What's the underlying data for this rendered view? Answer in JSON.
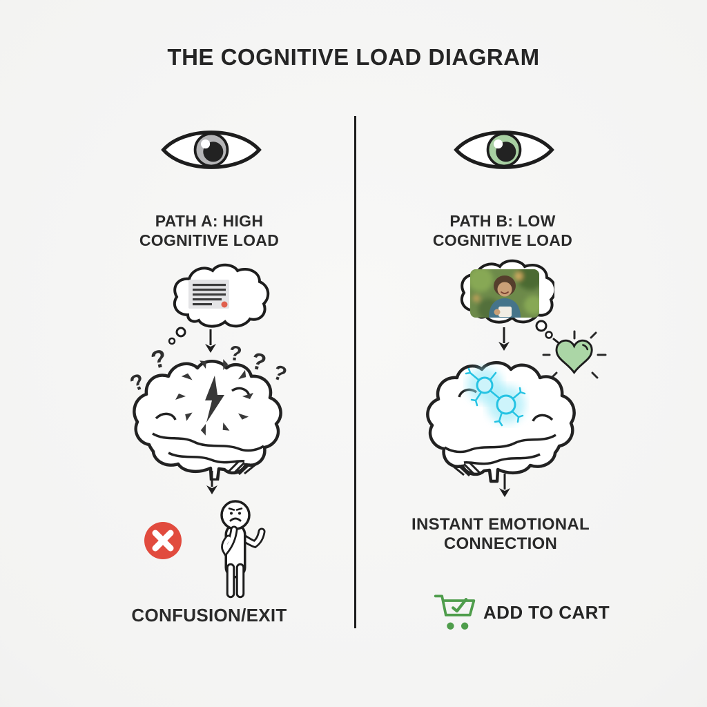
{
  "title": "THE COGNITIVE LOAD DIAGRAM",
  "colors": {
    "background": "#f4f4f3",
    "divider": "#1d1d1d",
    "text": "#262626",
    "error_red": "#e14b3e",
    "cart_green": "#4f9d4c",
    "heart_green": "#abd6a6",
    "eye_iris_gray": "#b5b5b7",
    "eye_iris_green": "#a8d0a2",
    "neuron_cyan": "#25c3e3",
    "document_red_dot": "#e0604e"
  },
  "left_path": {
    "eye_icon": "eye-neutral-gray",
    "label": "PATH A: HIGH\nCOGNITIVE LOAD",
    "thought_icon": "thought-bubble-document",
    "brain_icon": "brain-overload-lightning-questions",
    "fail_icon": "red-x-circle",
    "person_icon": "confused-person",
    "outcome": "CONFUSION/EXIT"
  },
  "right_path": {
    "eye_icon": "eye-engaged-green",
    "label": "PATH B: LOW\nCOGNITIVE LOAD",
    "thought_icon": "thought-bubble-photo-person",
    "extra_icon": "green-heart-sparkle",
    "brain_icon": "brain-neurons-glowing",
    "outcome": "INSTANT EMOTIONAL\nCONNECTION",
    "cta_icon": "cart-check-icon",
    "cta": "ADD TO CART"
  }
}
